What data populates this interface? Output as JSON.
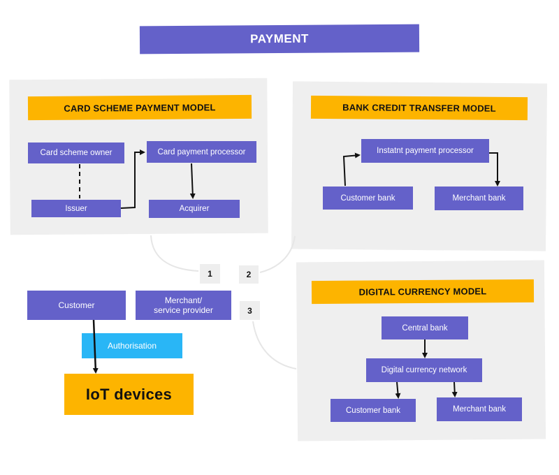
{
  "header": {
    "title": "PAYMENT"
  },
  "card_scheme": {
    "title": "CARD SCHEME PAYMENT MODEL",
    "card_scheme_owner": "Card scheme owner",
    "card_payment_processor": "Card payment processor",
    "issuer": "Issuer",
    "acquirer": "Acquirer"
  },
  "bank_credit": {
    "title": "BANK CREDIT TRANSFER MODEL",
    "instant_payment_processor": "Instatnt payment processor",
    "customer_bank": "Customer bank",
    "merchant_bank": "Merchant bank"
  },
  "digital_currency": {
    "title": "DIGITAL CURRENCY MODEL",
    "central_bank": "Central bank",
    "network": "Digital currency network",
    "customer_bank": "Customer bank",
    "merchant_bank": "Merchant bank"
  },
  "parties": {
    "customer": "Customer",
    "merchant_line1": "Merchant/",
    "merchant_line2": "service provider",
    "authorisation": "Authorisation",
    "iot_devices": "IoT devices"
  },
  "links": {
    "one": "1",
    "two": "2",
    "three": "3"
  },
  "colors": {
    "purple": "#6461c9",
    "orange": "#fdb400",
    "cyan": "#29b6f6",
    "panel": "#efefef"
  }
}
